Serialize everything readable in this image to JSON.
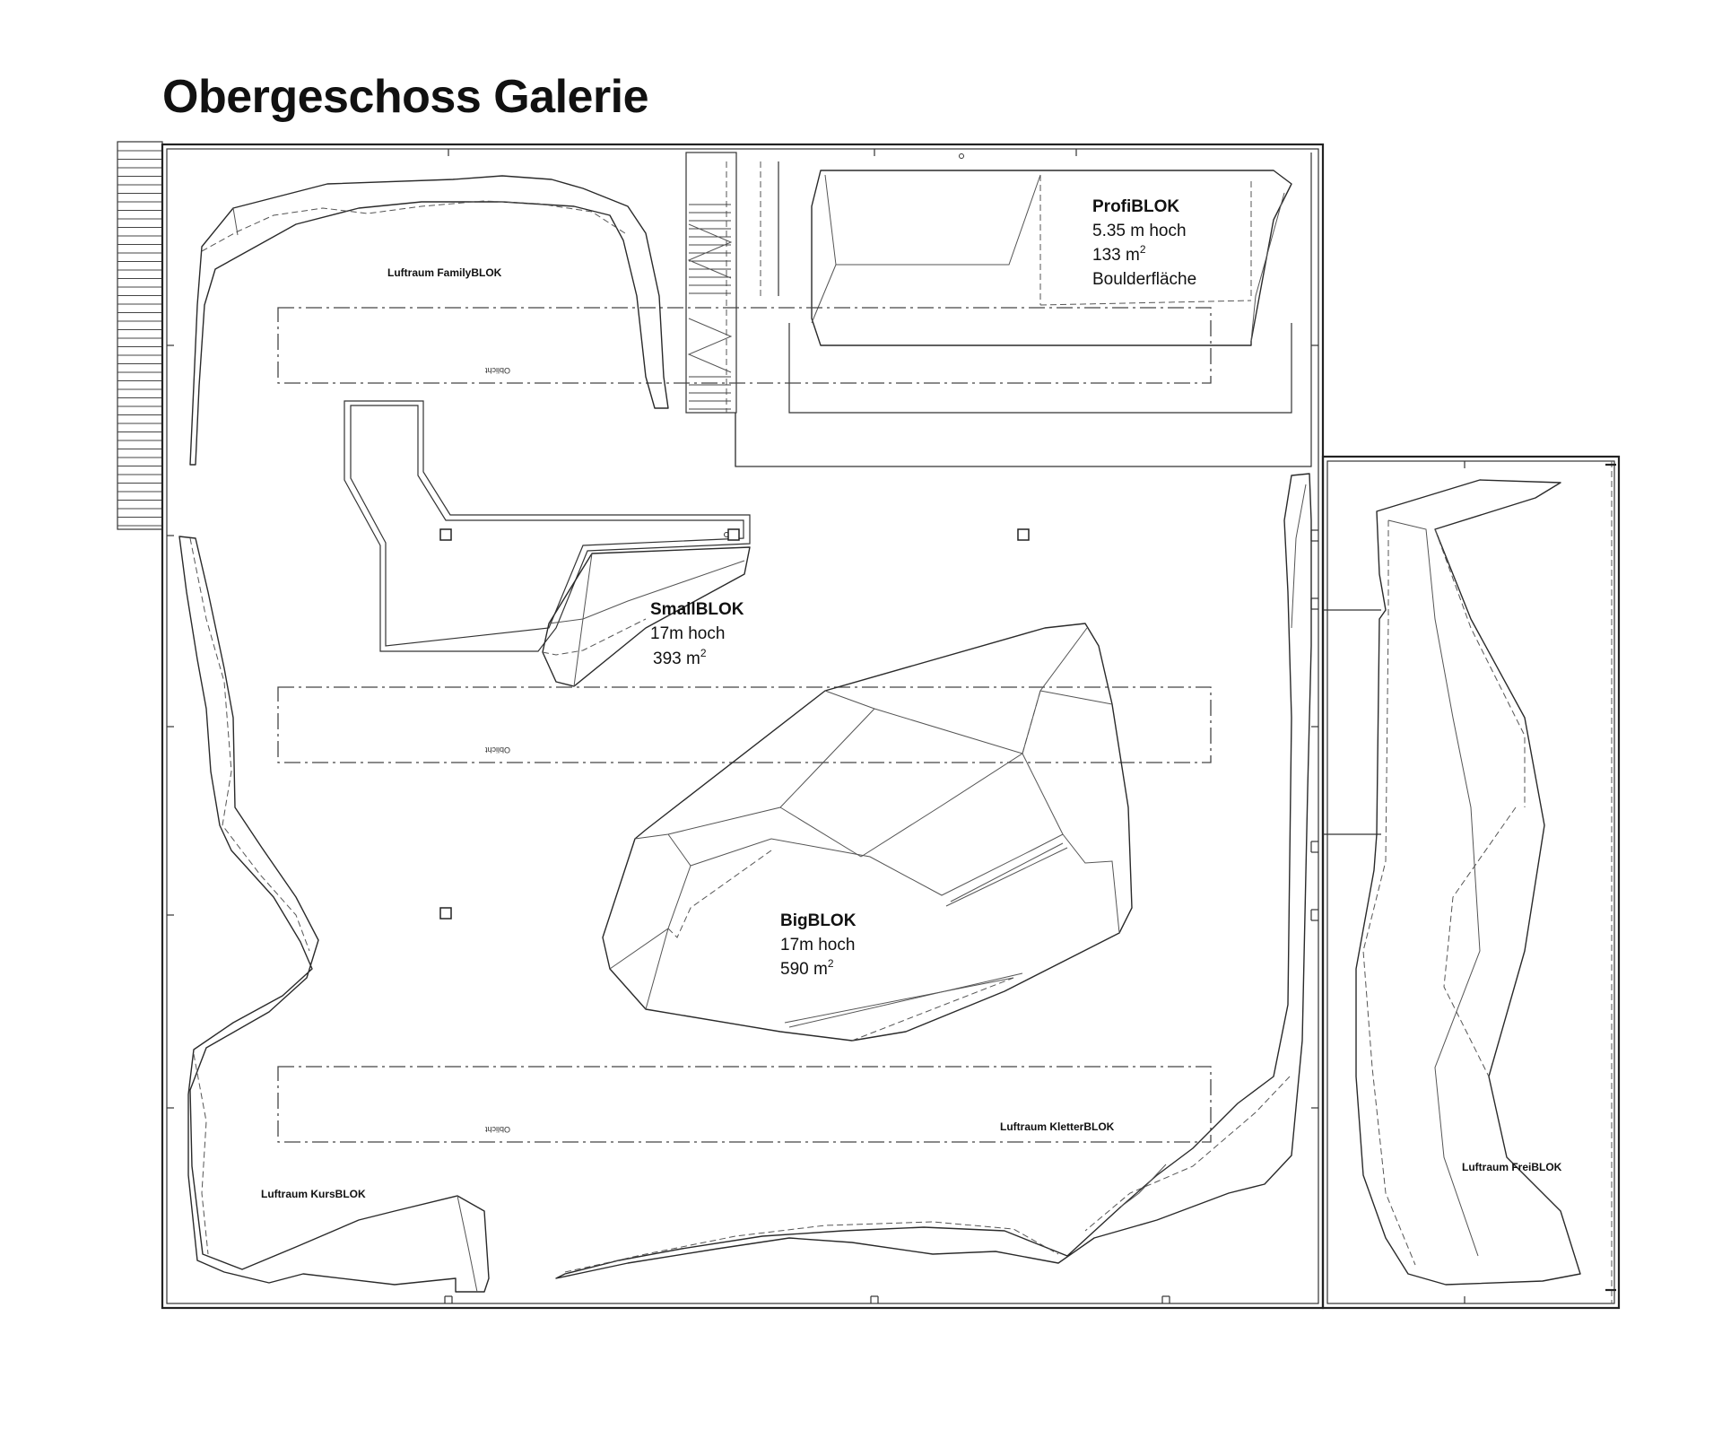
{
  "title": "Obergeschoss Galerie",
  "blocks": {
    "profi": {
      "name": "ProfiBLOK",
      "height": "5.35 m hoch",
      "area": "133 m",
      "area_sup": "2",
      "type": "Boulderfläche"
    },
    "small": {
      "name": "SmallBLOK",
      "height": "17m hoch",
      "area": "393 m",
      "area_sup": "2"
    },
    "big": {
      "name": "BigBLOK",
      "height": "17m hoch",
      "area": "590 m",
      "area_sup": "2"
    }
  },
  "voids": {
    "family": "Luftraum FamilyBLOK",
    "kurs": "Luftraum KursBLOK",
    "kletter": "Luftraum KletterBLOK",
    "frei": "Luftraum FreiBLOK"
  },
  "skylight_label": "Oblicht"
}
